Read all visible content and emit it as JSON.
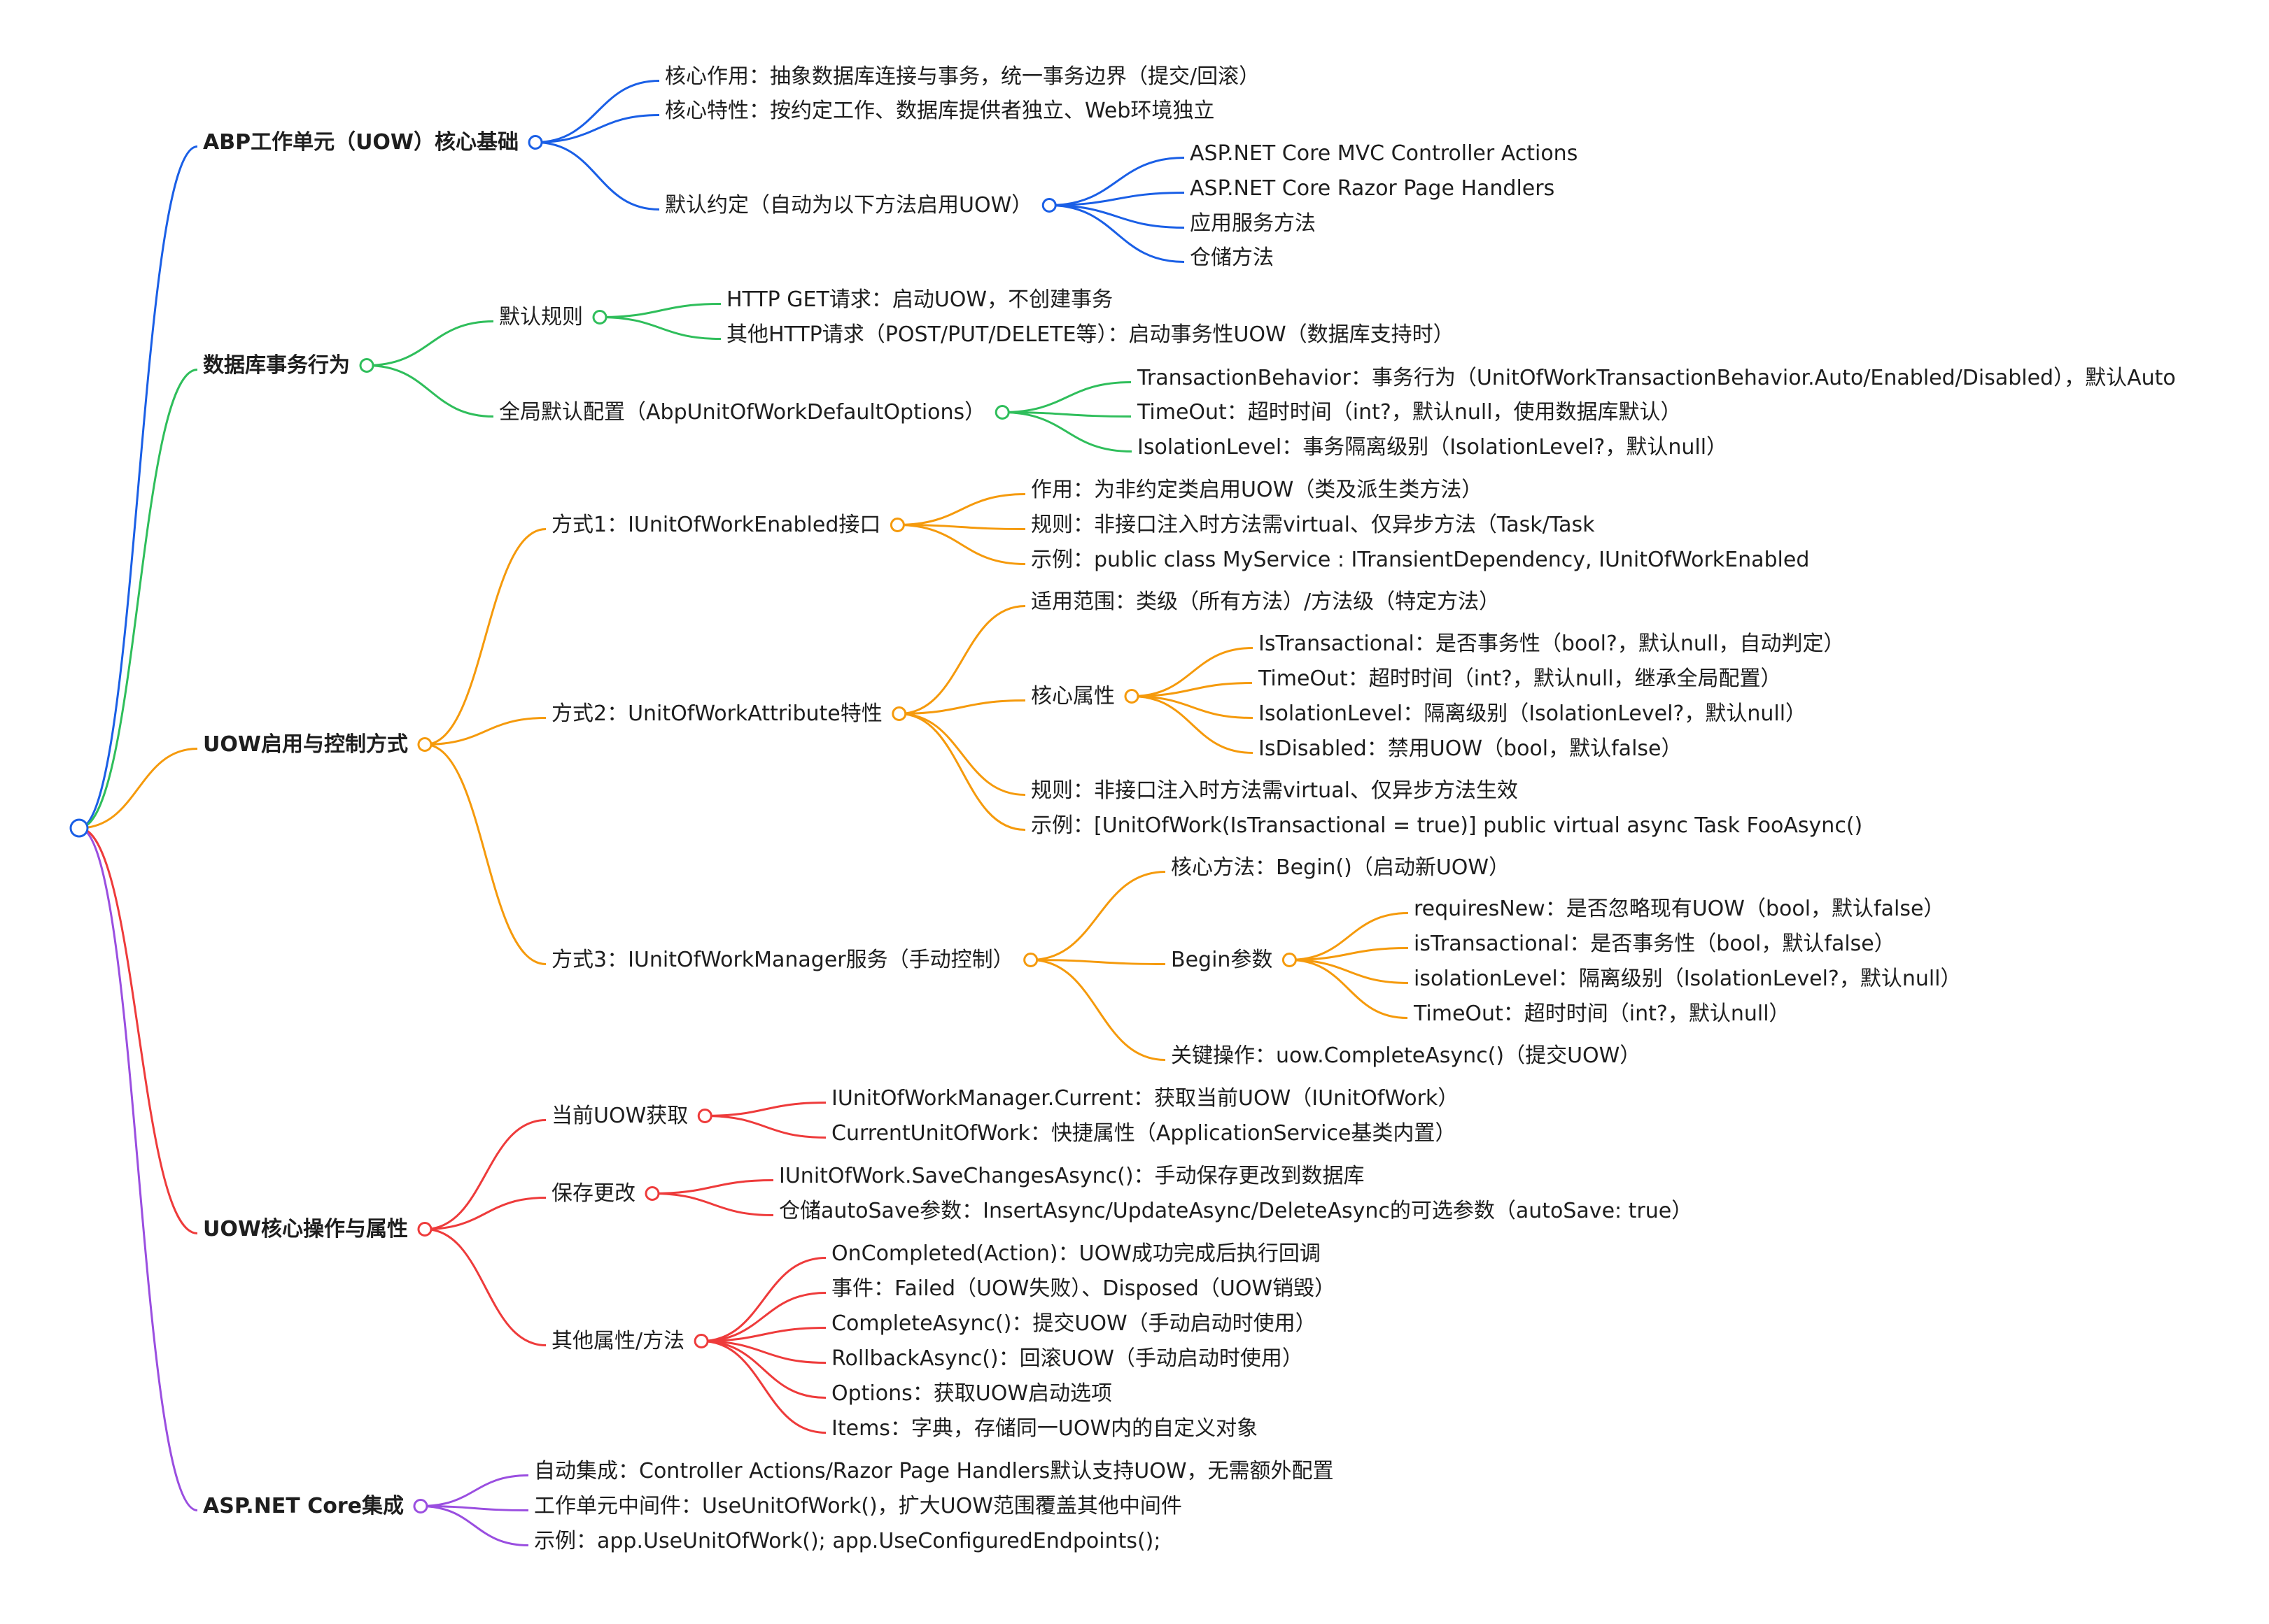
{
  "mindmap": {
    "colors": {
      "blue": "#1a5fe6",
      "green": "#2fbe5b",
      "orange": "#f59a0c",
      "red": "#ee3b3b",
      "purple": "#9a4ee0",
      "text": "#1e1e1e"
    },
    "branches": [
      {
        "label": "ABP工作单元（UOW）核心基础",
        "color_key": "blue",
        "children": [
          {
            "label": "核心作用：抽象数据库连接与事务，统一事务边界（提交/回滚）"
          },
          {
            "label": "核心特性：按约定工作、数据库提供者独立、Web环境独立"
          },
          {
            "label": "默认约定（自动为以下方法启用UOW）",
            "children": [
              {
                "label": "ASP.NET Core MVC Controller Actions"
              },
              {
                "label": "ASP.NET Core Razor Page Handlers"
              },
              {
                "label": "应用服务方法"
              },
              {
                "label": "仓储方法"
              }
            ]
          }
        ]
      },
      {
        "label": "数据库事务行为",
        "color_key": "green",
        "children": [
          {
            "label": "默认规则",
            "children": [
              {
                "label": "HTTP GET请求：启动UOW，不创建事务"
              },
              {
                "label": "其他HTTP请求（POST/PUT/DELETE等）：启动事务性UOW（数据库支持时）"
              }
            ]
          },
          {
            "label": "全局默认配置（AbpUnitOfWorkDefaultOptions）",
            "children": [
              {
                "label": "TransactionBehavior：事务行为（UnitOfWorkTransactionBehavior.Auto/Enabled/Disabled），默认Auto"
              },
              {
                "label": "TimeOut：超时时间（int?，默认null，使用数据库默认）"
              },
              {
                "label": "IsolationLevel：事务隔离级别（IsolationLevel?，默认null）"
              }
            ]
          }
        ]
      },
      {
        "label": "UOW启用与控制方式",
        "color_key": "orange",
        "children": [
          {
            "label": "方式1：IUnitOfWorkEnabled接口",
            "children": [
              {
                "label": "作用：为非约定类启用UOW（类及派生类方法）"
              },
              {
                "label": "规则：非接口注入时方法需virtual、仅异步方法（Task/Task"
              },
              {
                "label": "示例：public class MyService : ITransientDependency, IUnitOfWorkEnabled"
              }
            ]
          },
          {
            "label": "方式2：UnitOfWorkAttribute特性",
            "children": [
              {
                "label": "适用范围：类级（所有方法）/方法级（特定方法）"
              },
              {
                "label": "核心属性",
                "children": [
                  {
                    "label": "IsTransactional：是否事务性（bool?，默认null，自动判定）"
                  },
                  {
                    "label": "TimeOut：超时时间（int?，默认null，继承全局配置）"
                  },
                  {
                    "label": "IsolationLevel：隔离级别（IsolationLevel?，默认null）"
                  },
                  {
                    "label": "IsDisabled：禁用UOW（bool，默认false）"
                  }
                ]
              },
              {
                "label": "规则：非接口注入时方法需virtual、仅异步方法生效"
              },
              {
                "label": "示例：[UnitOfWork(IsTransactional = true)] public virtual async Task FooAsync()"
              }
            ]
          },
          {
            "label": "方式3：IUnitOfWorkManager服务（手动控制）",
            "children": [
              {
                "label": "核心方法：Begin()（启动新UOW）"
              },
              {
                "label": "Begin参数",
                "children": [
                  {
                    "label": "requiresNew：是否忽略现有UOW（bool，默认false）"
                  },
                  {
                    "label": "isTransactional：是否事务性（bool，默认false）"
                  },
                  {
                    "label": "isolationLevel：隔离级别（IsolationLevel?，默认null）"
                  },
                  {
                    "label": "TimeOut：超时时间（int?，默认null）"
                  }
                ]
              },
              {
                "label": "关键操作：uow.CompleteAsync()（提交UOW）"
              }
            ]
          }
        ]
      },
      {
        "label": "UOW核心操作与属性",
        "color_key": "red",
        "children": [
          {
            "label": "当前UOW获取",
            "children": [
              {
                "label": "IUnitOfWorkManager.Current：获取当前UOW（IUnitOfWork）"
              },
              {
                "label": "CurrentUnitOfWork：快捷属性（ApplicationService基类内置）"
              }
            ]
          },
          {
            "label": "保存更改",
            "children": [
              {
                "label": "IUnitOfWork.SaveChangesAsync()：手动保存更改到数据库"
              },
              {
                "label": "仓储autoSave参数：InsertAsync/UpdateAsync/DeleteAsync的可选参数（autoSave: true）"
              }
            ]
          },
          {
            "label": "其他属性/方法",
            "children": [
              {
                "label": "OnCompleted(Action)：UOW成功完成后执行回调"
              },
              {
                "label": "事件：Failed（UOW失败）、Disposed（UOW销毁）"
              },
              {
                "label": "CompleteAsync()：提交UOW（手动启动时使用）"
              },
              {
                "label": "RollbackAsync()：回滚UOW（手动启动时使用）"
              },
              {
                "label": "Options：获取UOW启动选项"
              },
              {
                "label": "Items：字典，存储同一UOW内的自定义对象"
              }
            ]
          }
        ]
      },
      {
        "label": "ASP.NET Core集成",
        "color_key": "purple",
        "children": [
          {
            "label": "自动集成：Controller Actions/Razor Page Handlers默认支持UOW，无需额外配置"
          },
          {
            "label": "工作单元中间件：UseUnitOfWork()，扩大UOW范围覆盖其他中间件"
          },
          {
            "label": "示例：app.UseUnitOfWork(); app.UseConfiguredEndpoints();"
          }
        ]
      }
    ]
  }
}
